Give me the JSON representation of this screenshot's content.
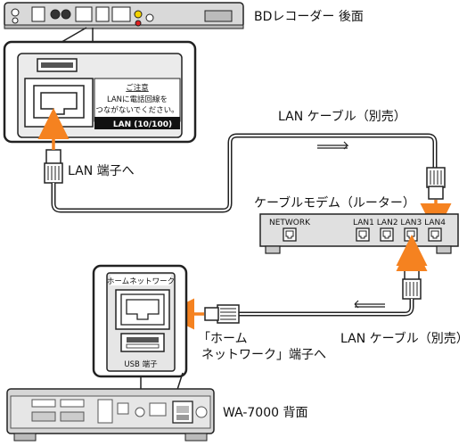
{
  "labels": {
    "bd_recorder_rear": "BDレコーダー 後面",
    "lan_cable_top": "LAN ケーブル（別売）",
    "lan_terminal": "LAN 端子へ",
    "modem_title": "ケーブルモデム（ルーター）",
    "network_port": "NETWORK",
    "lan_ports": "LAN1 LAN2 LAN3 LAN4",
    "home_network_terminal_line1": "「ホーム",
    "home_network_terminal_line2": "ネットワーク」端子へ",
    "lan_cable_bottom": "LAN ケーブル（別売）",
    "wa7000_rear": "WA-7000 背面"
  },
  "caution": {
    "title": "ご注意",
    "line1": "LANに電話回線を",
    "line2": "つながないでください。",
    "port_label": "LAN (10/100)"
  },
  "panel": {
    "title": "ホームネットワーク",
    "usb": "USB 端子"
  },
  "colors": {
    "arrow": "#f58220",
    "outline": "#222222",
    "panel_gray": "#e6e6e6",
    "device_gray": "#d9d9d9"
  }
}
